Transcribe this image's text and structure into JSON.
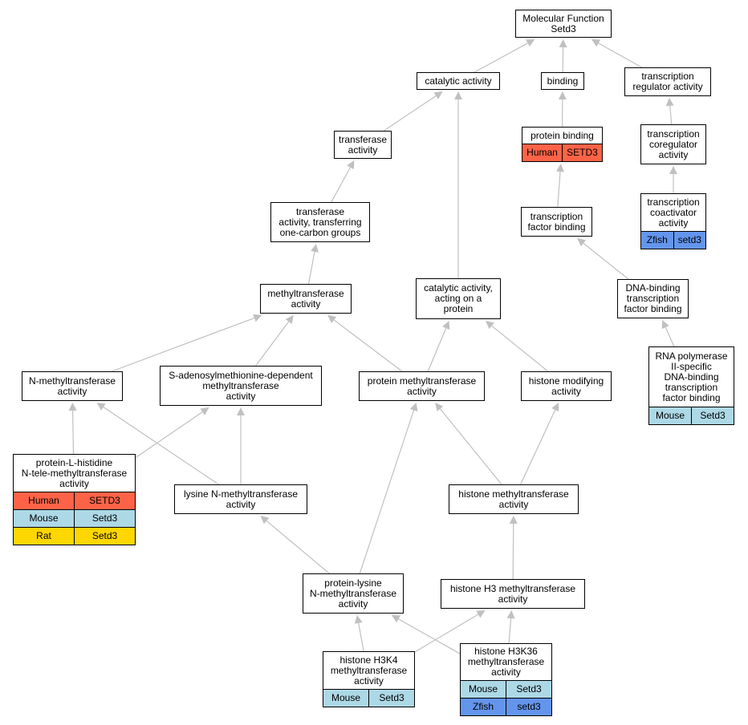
{
  "colors": {
    "edge": "#c0c0c0",
    "species": {
      "Human": "#ff6347",
      "Mouse": "#add8e6",
      "Rat": "#ffd700",
      "Zfish": "#6495ed"
    }
  },
  "nodes": {
    "mf": {
      "label": "Molecular Function\nSetd3"
    },
    "catalytic": {
      "label": "catalytic activity"
    },
    "binding": {
      "label": "binding"
    },
    "txreg": {
      "label": "transcription\nregulator activity"
    },
    "transferase": {
      "label": "transferase\nactivity"
    },
    "protbinding": {
      "label": "protein binding",
      "species": [
        {
          "organism": "Human",
          "gene": "SETD3"
        }
      ]
    },
    "txcoreg": {
      "label": "transcription\ncoregulator\nactivity"
    },
    "onecarbon": {
      "label": "transferase\nactivity, transferring\none-carbon groups"
    },
    "tfbinding": {
      "label": "transcription\nfactor binding"
    },
    "txcoact": {
      "label": "transcription\ncoactivator\nactivity",
      "species": [
        {
          "organism": "Zfish",
          "gene": "setd3"
        }
      ]
    },
    "methyl": {
      "label": "methyltransferase\nactivity"
    },
    "catprot": {
      "label": "catalytic activity,\nacting on a\nprotein"
    },
    "dnatf": {
      "label": "DNA-binding\ntranscription\nfactor binding"
    },
    "rnapol": {
      "label": "RNA polymerase\nII-specific\nDNA-binding\ntranscription\nfactor binding",
      "species": [
        {
          "organism": "Mouse",
          "gene": "Setd3"
        }
      ]
    },
    "nmethyl": {
      "label": "N-methyltransferase\nactivity"
    },
    "sam": {
      "label": "S-adenosylmethionine-dependent\nmethyltransferase\nactivity"
    },
    "protmethyl": {
      "label": "protein methyltransferase\nactivity"
    },
    "histmod": {
      "label": "histone modifying\nactivity"
    },
    "histidine": {
      "label": "protein-L-histidine\nN-tele-methyltransferase\nactivity",
      "species": [
        {
          "organism": "Human",
          "gene": "SETD3"
        },
        {
          "organism": "Mouse",
          "gene": "Setd3"
        },
        {
          "organism": "Rat",
          "gene": "Setd3"
        }
      ]
    },
    "lysineN": {
      "label": "lysine N-methyltransferase\nactivity"
    },
    "histmethyl": {
      "label": "histone methyltransferase\nactivity"
    },
    "protlys": {
      "label": "protein-lysine\nN-methyltransferase\nactivity"
    },
    "h3": {
      "label": "histone H3 methyltransferase\nactivity"
    },
    "h3k4": {
      "label": "histone H3K4\nmethyltransferase\nactivity",
      "species": [
        {
          "organism": "Mouse",
          "gene": "Setd3"
        }
      ]
    },
    "h3k36": {
      "label": "histone H3K36\nmethyltransferase\nactivity",
      "species": [
        {
          "organism": "Mouse",
          "gene": "Setd3"
        },
        {
          "organism": "Zfish",
          "gene": "setd3"
        }
      ]
    }
  },
  "edges": [
    [
      "catalytic",
      "mf"
    ],
    [
      "binding",
      "mf"
    ],
    [
      "txreg",
      "mf"
    ],
    [
      "transferase",
      "catalytic"
    ],
    [
      "catprot",
      "catalytic"
    ],
    [
      "protbinding",
      "binding"
    ],
    [
      "txcoreg",
      "txreg"
    ],
    [
      "onecarbon",
      "transferase"
    ],
    [
      "tfbinding",
      "protbinding"
    ],
    [
      "txcoact",
      "txcoreg"
    ],
    [
      "methyl",
      "onecarbon"
    ],
    [
      "dnatf",
      "tfbinding"
    ],
    [
      "rnapol",
      "dnatf"
    ],
    [
      "nmethyl",
      "methyl"
    ],
    [
      "sam",
      "methyl"
    ],
    [
      "protmethyl",
      "methyl"
    ],
    [
      "protmethyl",
      "catprot"
    ],
    [
      "histmod",
      "catprot"
    ],
    [
      "histidine",
      "nmethyl"
    ],
    [
      "histidine",
      "sam"
    ],
    [
      "lysineN",
      "nmethyl"
    ],
    [
      "lysineN",
      "sam"
    ],
    [
      "histmethyl",
      "protmethyl"
    ],
    [
      "histmethyl",
      "histmod"
    ],
    [
      "protlys",
      "lysineN"
    ],
    [
      "protlys",
      "protmethyl"
    ],
    [
      "h3",
      "histmethyl"
    ],
    [
      "h3k4",
      "protlys"
    ],
    [
      "h3k4",
      "h3"
    ],
    [
      "h3k36",
      "protlys"
    ],
    [
      "h3k36",
      "h3"
    ]
  ]
}
